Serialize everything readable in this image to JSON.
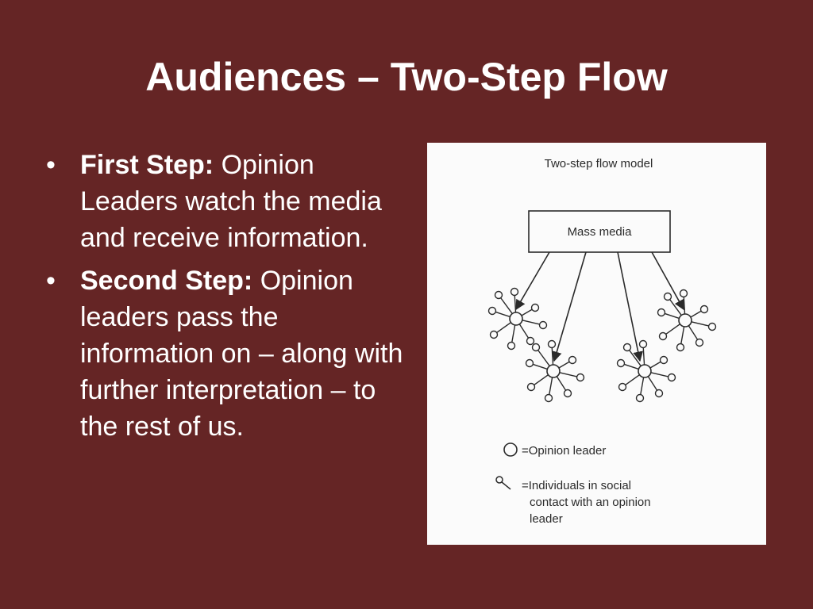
{
  "slide": {
    "title": "Audiences – Two-Step Flow",
    "bullets": [
      {
        "bold": "First Step:",
        "text": " Opinion Leaders watch the media and receive information."
      },
      {
        "bold": "Second Step:",
        "text": " Opinion leaders pass the information on – along with further interpretation – to the rest of us."
      }
    ],
    "bullet_glyph": "•"
  },
  "figure": {
    "title": "Two-step flow model",
    "source_label": "Mass media",
    "legend": {
      "leader": "=Opinion leader",
      "individuals_lines": [
        "=Individuals in social",
        "contact with an opinion",
        "leader"
      ]
    }
  },
  "colors": {
    "background": "#652525",
    "text": "#ffffff",
    "figure_bg": "#fbfbfb",
    "ink": "#2a2a2a"
  }
}
